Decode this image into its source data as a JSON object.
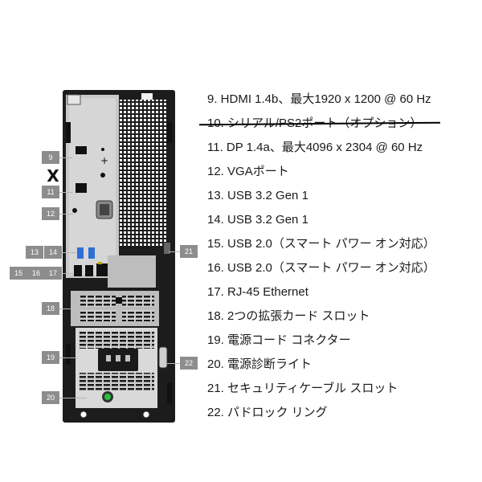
{
  "callouts": {
    "c9": "9",
    "c11": "11",
    "c12": "12",
    "c13": "13",
    "c14": "14",
    "c15": "15",
    "c16": "16",
    "c17": "17",
    "c18": "18",
    "c19": "19",
    "c20": "20",
    "c21": "21",
    "c22": "22",
    "removed_mark": "X"
  },
  "specs": [
    {
      "label": "9. HDMI 1.4b、最大1920 x 1200 @ 60 Hz",
      "struck": false
    },
    {
      "label": "10. シリアル/PS2ポート（オプション）",
      "struck": true
    },
    {
      "label": "11. DP 1.4a、最大4096 x 2304 @ 60 Hz",
      "struck": false
    },
    {
      "label": "12. VGAポート",
      "struck": false
    },
    {
      "label": "13. USB 3.2 Gen 1",
      "struck": false
    },
    {
      "label": "14. USB 3.2 Gen 1",
      "struck": false
    },
    {
      "label": "15. USB 2.0（スマート パワー オン対応）",
      "struck": false
    },
    {
      "label": "16. USB 2.0（スマート パワー オン対応）",
      "struck": false
    },
    {
      "label": "17. RJ-45 Ethernet",
      "struck": false
    },
    {
      "label": "18. 2つの拡張カード スロット",
      "struck": false
    },
    {
      "label": "19. 電源コード コネクター",
      "struck": false
    },
    {
      "label": "20. 電源診断ライト",
      "struck": false
    },
    {
      "label": "21. セキュリティケーブル スロット",
      "struck": false
    },
    {
      "label": "22. パドロック リング",
      "struck": false
    }
  ],
  "colors": {
    "chassis": "#1c1c1c",
    "panel": "#c9c9c9",
    "callout_bg": "#8d8d8d",
    "usb3_blue": "#2f6fd6",
    "led_green": "#2bbf3b"
  }
}
